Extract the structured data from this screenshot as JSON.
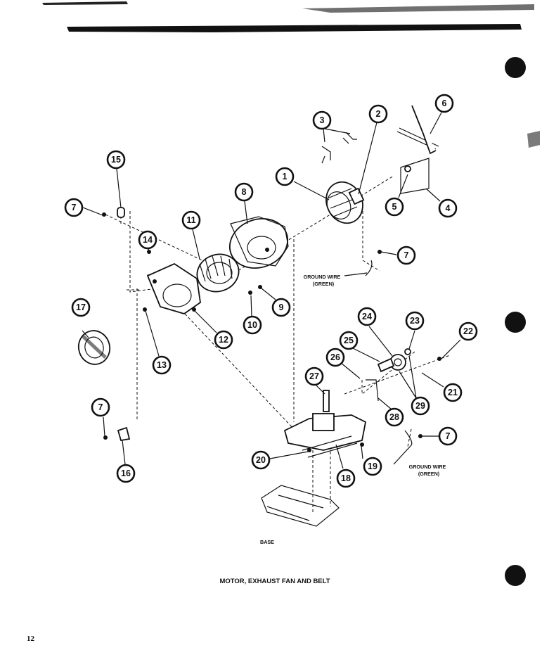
{
  "title": "MOTOR, EXHAUST FAN AND BELT",
  "page_number": "12",
  "notes": {
    "ground_wire_1_line1": "GROUND WIRE",
    "ground_wire_1_line2": "(GREEN)",
    "ground_wire_2_line1": "GROUND WIRE",
    "ground_wire_2_line2": "(GREEN)",
    "base": "BASE"
  },
  "callouts": [
    "1",
    "2",
    "3",
    "4",
    "5",
    "6",
    "7",
    "8",
    "9",
    "10",
    "11",
    "12",
    "13",
    "14",
    "15",
    "16",
    "17",
    "18",
    "19",
    "20",
    "21",
    "22",
    "23",
    "24",
    "25",
    "26",
    "27",
    "28",
    "29"
  ],
  "callout_7_repeat": "7"
}
